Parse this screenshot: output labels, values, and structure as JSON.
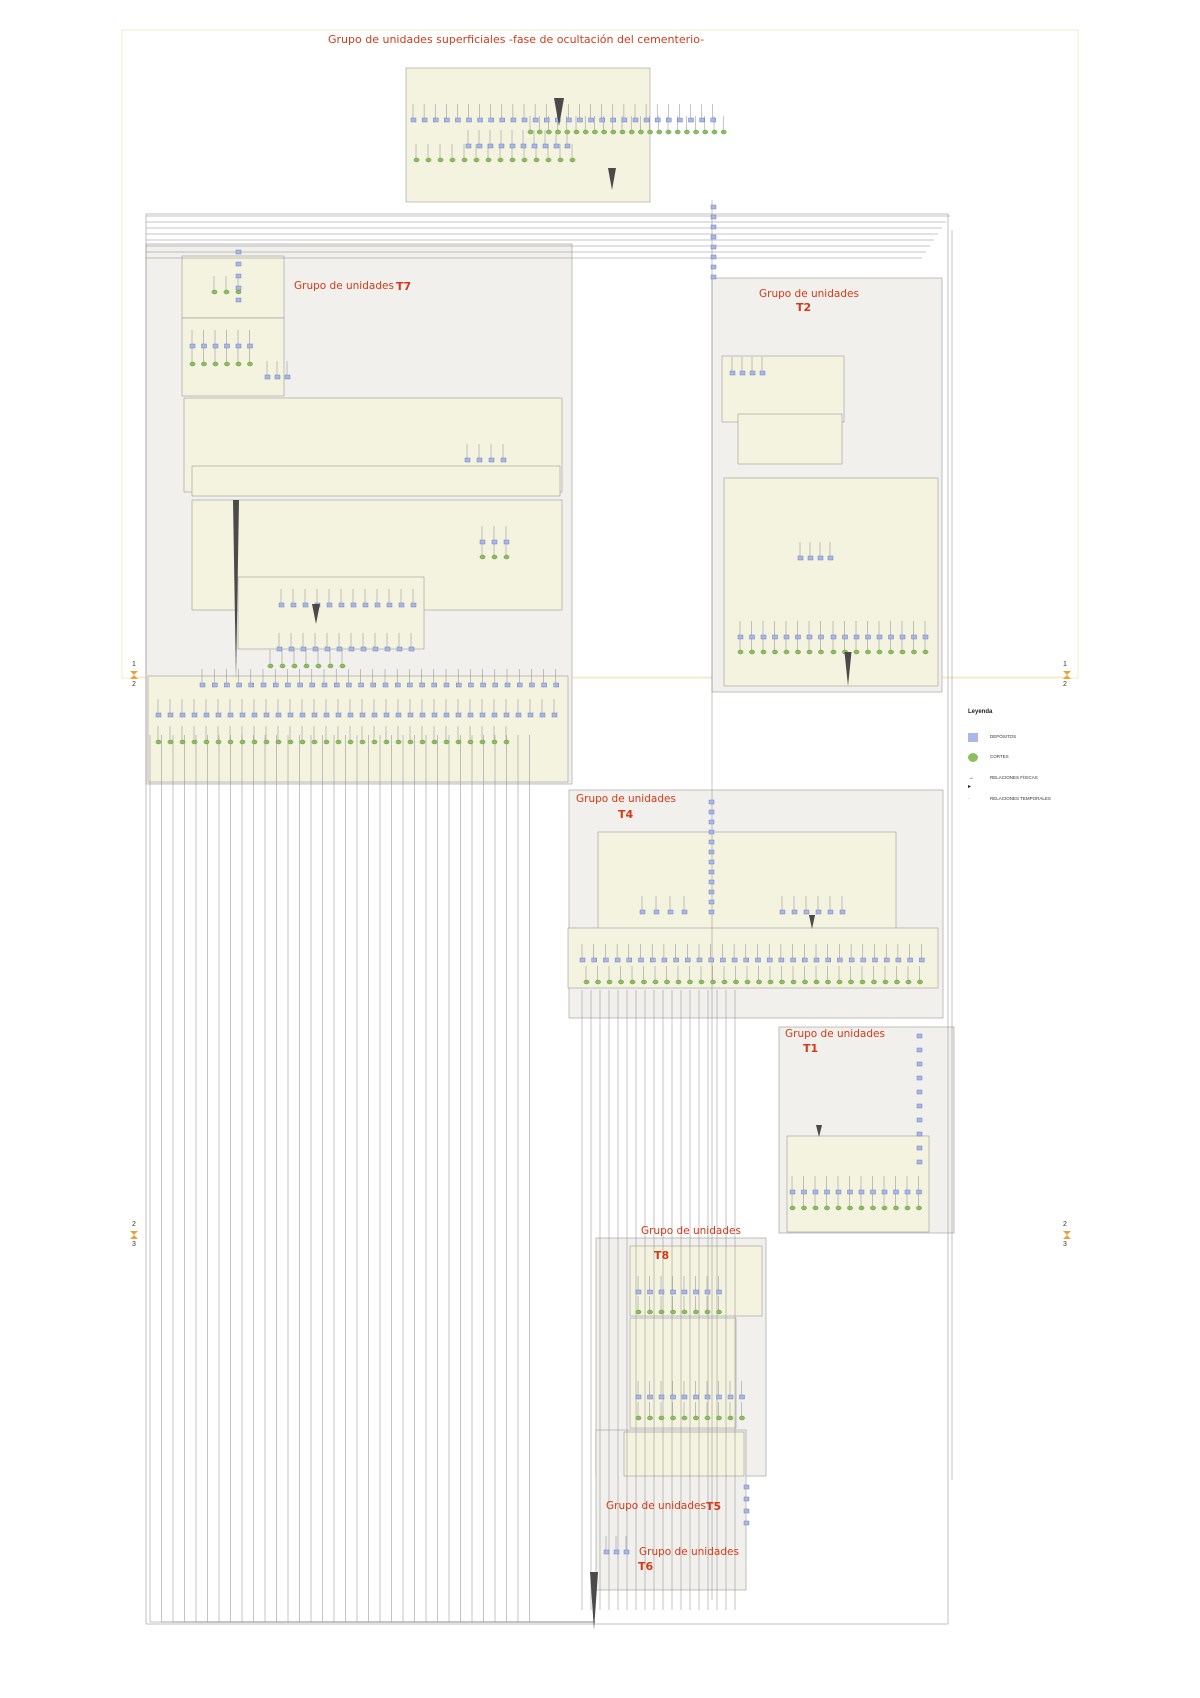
{
  "page_title": "Grupo de unidades superficiales -fase de ocultación del cementerio-",
  "groups": [
    {
      "id": "t7",
      "title": "Grupo de unidades",
      "code": "T7"
    },
    {
      "id": "t2",
      "title": "Grupo de unidades",
      "code": "T2"
    },
    {
      "id": "t4",
      "title": "Grupo de unidades",
      "code": "T4"
    },
    {
      "id": "t1",
      "title": "Grupo de unidades",
      "code": "T1"
    },
    {
      "id": "t8",
      "title": "Grupo de unidades",
      "code": "T8"
    },
    {
      "id": "t5",
      "title": "Grupo de unidades",
      "code": "T5"
    },
    {
      "id": "t6",
      "title": "Grupo de unidades",
      "code": "T6"
    }
  ],
  "legend": {
    "title": "Leyenda",
    "items": [
      {
        "label": "DEPÓSITOS",
        "symbol": "deposit-square",
        "color": "#a9b8e8"
      },
      {
        "label": "CORTES",
        "symbol": "cut-ellipse",
        "color": "#8cbf5e"
      },
      {
        "label": "RELACIONES FÍSICAS",
        "symbol": "arrow"
      },
      {
        "label": "RELACIONES TEMPORALES",
        "symbol": "dot-line"
      }
    ]
  },
  "page_markers": [
    {
      "top": "1",
      "bottom": "2"
    },
    {
      "top": "1",
      "bottom": "2"
    },
    {
      "top": "2",
      "bottom": "3"
    },
    {
      "top": "2",
      "bottom": "3"
    }
  ],
  "colors": {
    "accent_title": "#d23a1a",
    "deposit": "#a9b8e8",
    "cut": "#8cbf5e",
    "group_fill": "#f1f0ec",
    "subgroup_fill": "#f4f3df",
    "line": "#6b6b6b",
    "marker": "#e8a33a"
  }
}
